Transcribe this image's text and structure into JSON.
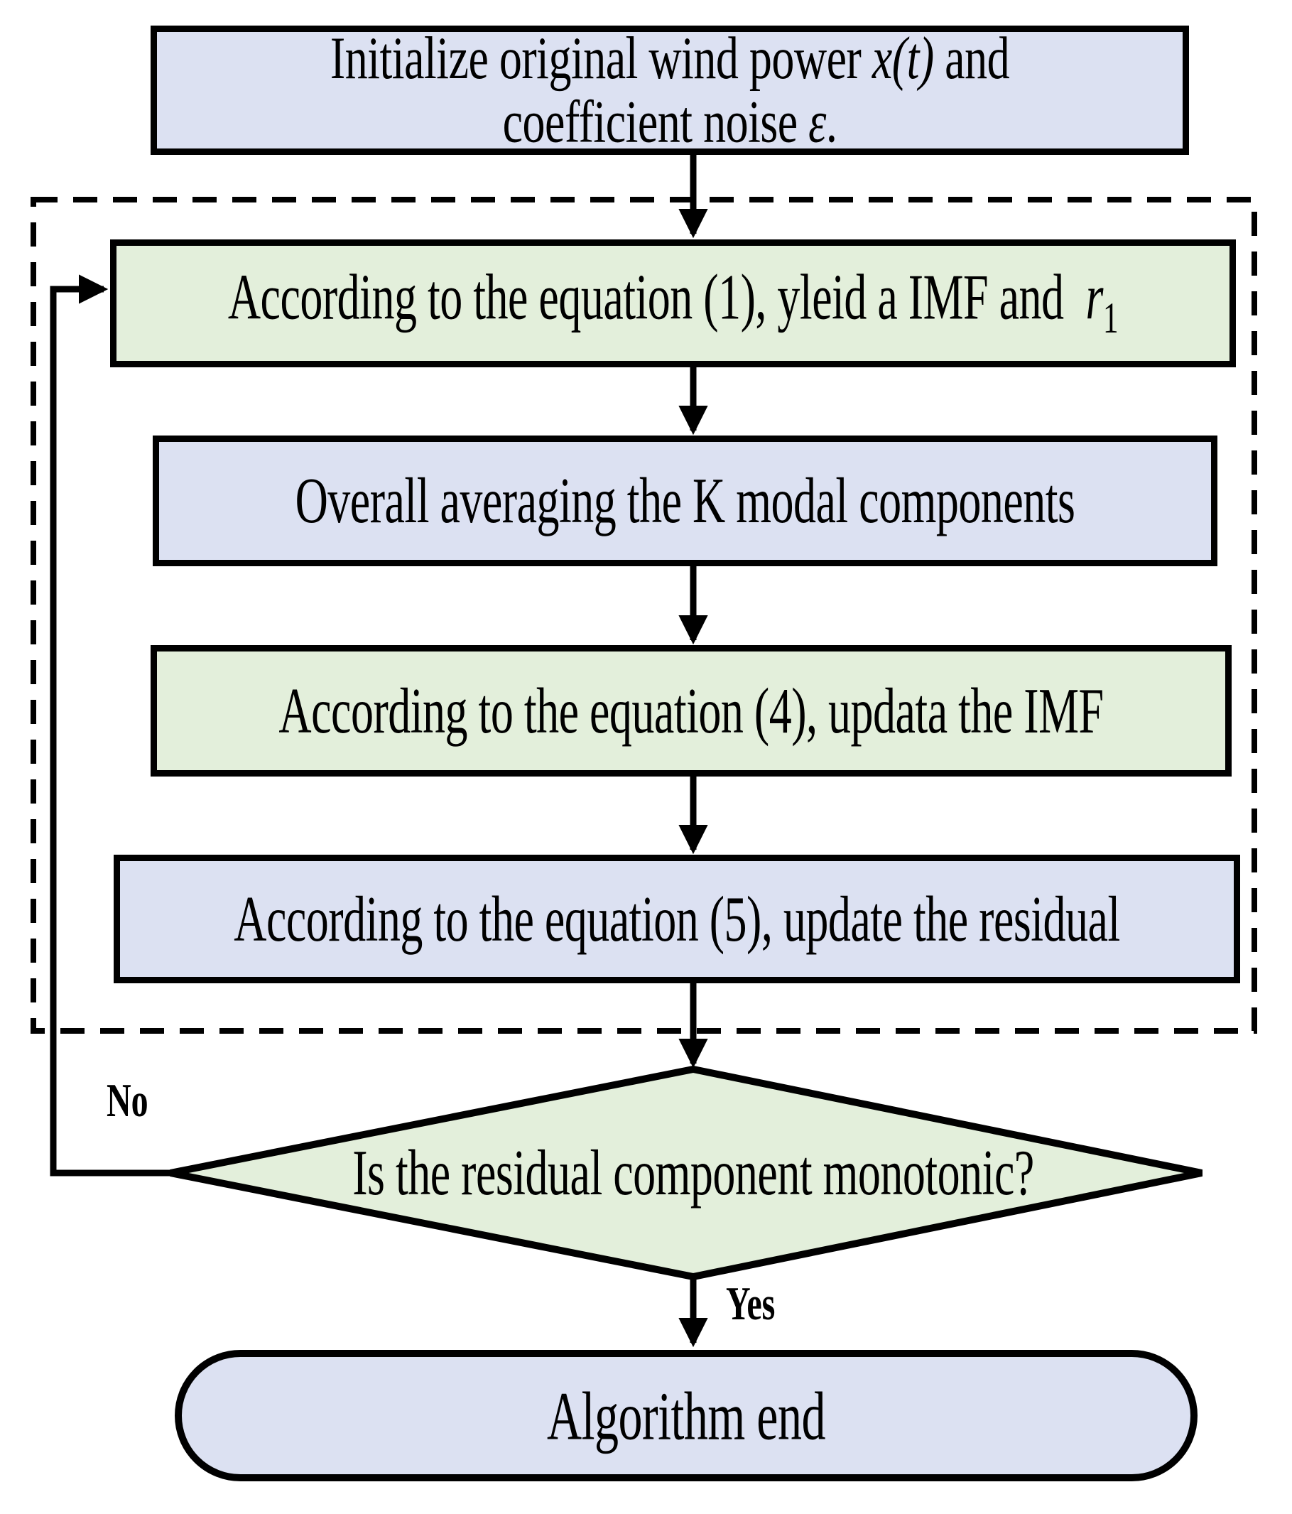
{
  "title": "CEEMD algorithm flowchart",
  "colors": {
    "box_blue": "#dce1f2",
    "box_green": "#e3efdb",
    "line": "#000000",
    "bg": "#ffffff"
  },
  "nodes": {
    "init": {
      "line1_pre": "Initialize original wind power ",
      "line1_math": "x(t)",
      "line1_post": " and",
      "line2_pre": "coefficient noise ",
      "line2_math": "ε",
      "line2_post": "."
    },
    "step1": {
      "text": "According to the equation (1), yleid a IMF and  ",
      "math_var": "r",
      "math_sub": "1"
    },
    "step2": {
      "text": "Overall averaging the K modal components"
    },
    "step3": {
      "text": "According to the equation (4), updata the IMF"
    },
    "step4": {
      "text": "According to the equation (5), update the residual"
    },
    "decision": {
      "text": "Is the residual component monotonic?"
    },
    "end": {
      "text": "Algorithm end"
    }
  },
  "labels": {
    "no": "No",
    "yes": "Yes"
  }
}
